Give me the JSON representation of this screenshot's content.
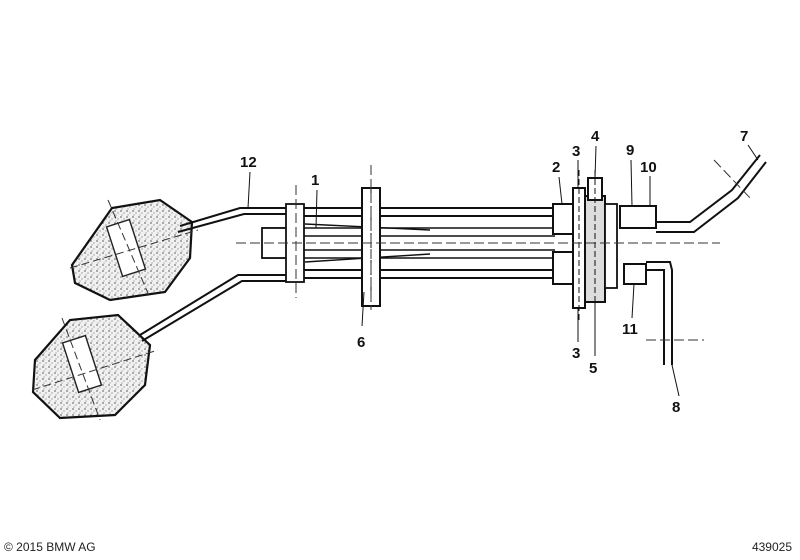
{
  "footer": {
    "copyright": "© 2015 BMW AG",
    "drawing_number": "439025"
  },
  "callouts": {
    "c1": "1",
    "c2": "2",
    "c3_top": "3",
    "c3_bottom": "3",
    "c4": "4",
    "c5": "5",
    "c6": "6",
    "c7": "7",
    "c8": "8",
    "c9": "9",
    "c10": "10",
    "c11": "11",
    "c12": "12"
  }
}
